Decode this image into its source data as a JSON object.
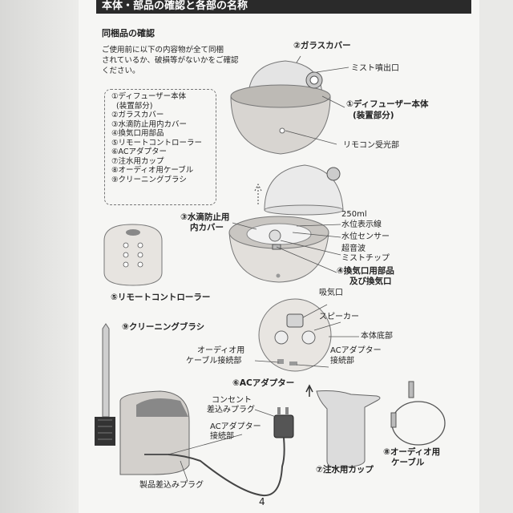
{
  "header": {
    "title": "本体・部品の確認と各部の名称"
  },
  "section": {
    "title": "同梱品の確認",
    "intro_1": "ご使用前に以下の内容物が全て同梱",
    "intro_2": "されているか、破損等がないかをご確認",
    "intro_3": "ください。"
  },
  "parts_list": [
    "①ディフューザー本体",
    "(装置部分)",
    "②ガラスカバー",
    "③水滴防止用内カバー",
    "④換気口用部品",
    "⑤リモートコントローラー",
    "⑥ACアダプター",
    "⑦注水用カップ",
    "⑧オーディオ用ケーブル",
    "⑨クリーニングブラシ"
  ],
  "labels": {
    "glass_cover": "②ガラスカバー",
    "mist_outlet": "ミスト噴出口",
    "diffuser_body_1": "①ディフューザー本体",
    "diffuser_body_2": "(装置部分)",
    "remote_receiver": "リモコン受光部",
    "inner_cover_1": "③水滴防止用",
    "inner_cover_2": "内カバー",
    "level_250": "250ml",
    "level_line": "水位表示線",
    "level_sensor": "水位センサー",
    "ultrasonic_1": "超音波",
    "ultrasonic_2": "ミストチップ",
    "vent_part_1": "④換気口用部品",
    "vent_part_2": "及び換気口",
    "remote": "⑤リモートコントローラー",
    "intake": "吸気口",
    "speaker": "スピーカー",
    "base": "本体底部",
    "brush": "⑨クリーニングブラシ",
    "audio_port_1": "オーディオ用",
    "audio_port_2": "ケーブル接続部",
    "ac_port_1": "ACアダプター",
    "ac_port_2": "接続部",
    "ac_adapter": "⑥ACアダプター",
    "outlet_plug_1": "コンセント",
    "outlet_plug_2": "差込みプラグ",
    "ac_conn_1": "ACアダプター",
    "ac_conn_2": "接続部",
    "product_plug": "製品差込みプラグ",
    "cup": "⑦注水用カップ",
    "audio_cable_1": "⑧オーディオ用",
    "audio_cable_2": "ケーブル"
  },
  "page_number": "4"
}
